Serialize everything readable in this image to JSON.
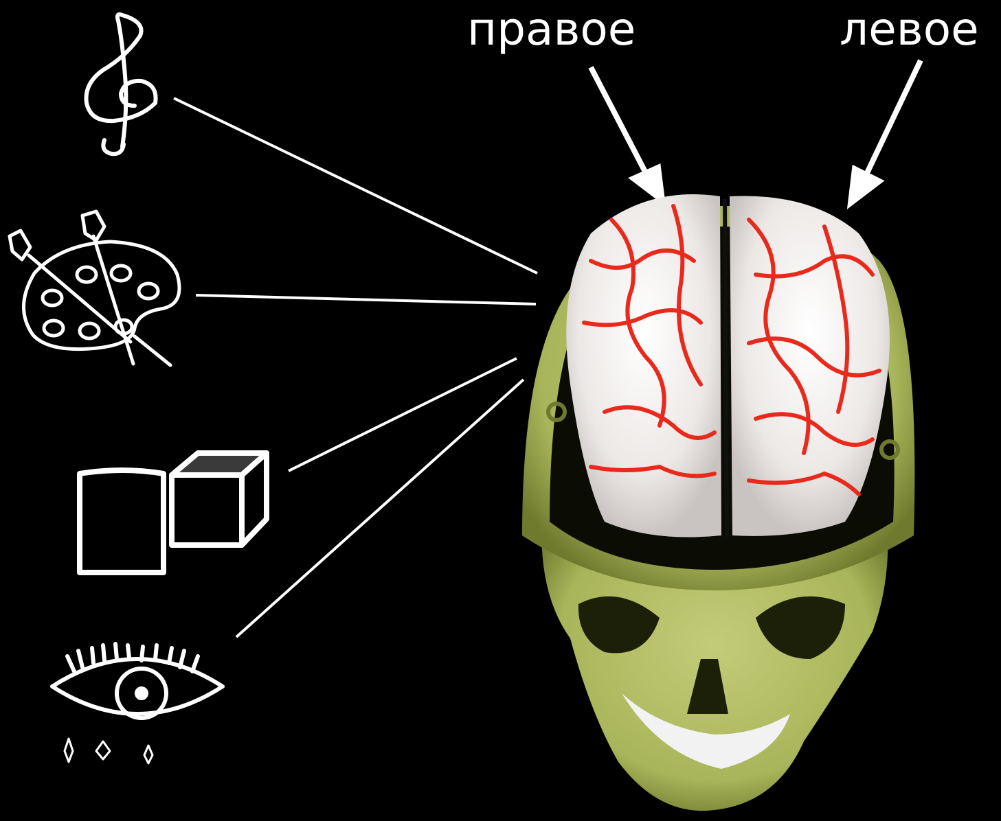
{
  "labels": {
    "right_hemisphere": "правое",
    "left_hemisphere": "левое"
  },
  "icons": {
    "music": "treble-clef-icon",
    "art": "paint-palette-icon",
    "spatial": "cylinder-and-cube-icon",
    "emotion": "crying-eye-icon",
    "subject": "skull-brain-model"
  },
  "colors": {
    "background": "#000000",
    "lines": "#ffffff",
    "skull": "#a9b55a",
    "brain": "#ece8e6",
    "vessels": "#e8291c"
  }
}
